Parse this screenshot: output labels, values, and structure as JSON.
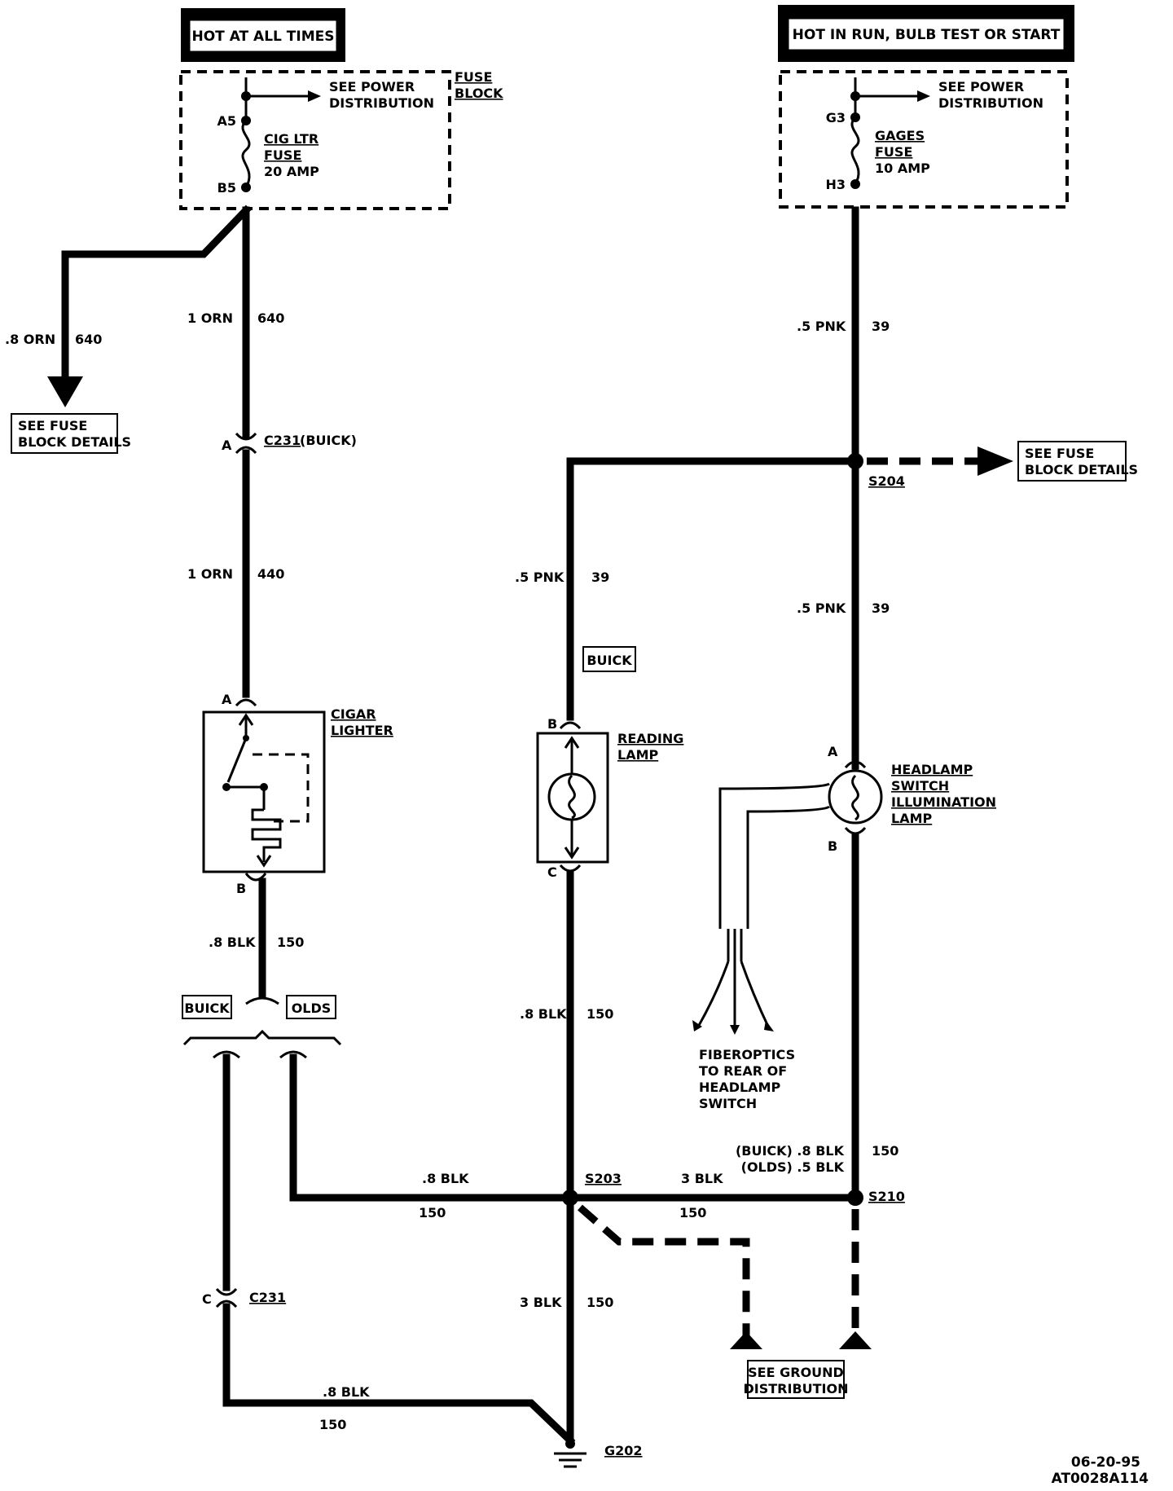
{
  "headers": {
    "left": "HOT AT ALL TIMES",
    "right": "HOT IN RUN, BULB TEST OR START"
  },
  "fuse_block_label_1": "FUSE",
  "fuse_block_label_2": "BLOCK",
  "see_power_1": "SEE POWER",
  "see_power_2": "DISTRIBUTION",
  "cig_fuse": {
    "pin_in": "A5",
    "pin_out": "B5",
    "name_1": "CIG LTR",
    "name_2": "FUSE",
    "rating": "20 AMP"
  },
  "gages_fuse": {
    "pin_in": "G3",
    "pin_out": "H3",
    "name_1": "GAGES",
    "name_2": "FUSE",
    "rating": "10 AMP"
  },
  "see_fuse_details_1": "SEE FUSE",
  "see_fuse_details_2": "BLOCK DETAILS",
  "wires": {
    "w_08orn_a": ".8 ORN",
    "w_08orn_b": "640",
    "w_1orn_640_a": "1 ORN",
    "w_1orn_640_b": "640",
    "w_1orn_440_a": "1 ORN",
    "w_1orn_440_b": "440",
    "w_pnk_top_a": ".5 PNK",
    "w_pnk_top_b": "39",
    "w_pnk_mid_a": ".5 PNK",
    "w_pnk_mid_b": "39",
    "w_pnk_left_a": ".5 PNK",
    "w_pnk_left_b": "39",
    "w_blk_cig_a": ".8 BLK",
    "w_blk_cig_b": "150",
    "w_blk_read_a": ".8 BLK",
    "w_blk_read_b": "150",
    "w_blk_olds_a": ".8 BLK",
    "w_blk_olds_b": "150",
    "w_3blk_right_a": "3 BLK",
    "w_3blk_right_b": "150",
    "w_buick_blk_1": "(BUICK) .8 BLK",
    "w_buick_blk_2": "(OLDS) .5 BLK",
    "w_buick_blk_b": "150",
    "w_3blk_down_a": "3 BLK",
    "w_3blk_down_b": "150",
    "w_bottom_a": ".8 BLK",
    "w_bottom_b": "150"
  },
  "connectors": {
    "c231_top": "C231",
    "c231_top_note": "(BUICK)",
    "c231_top_pin": "A",
    "c231_bottom": "C231",
    "c231_bottom_pin": "C"
  },
  "splices": {
    "s204": "S204",
    "s203": "S203",
    "s210": "S210"
  },
  "ground": {
    "g202": "G202"
  },
  "cigar_lighter": {
    "name_1": "CIGAR",
    "name_2": "LIGHTER",
    "pin_a": "A",
    "pin_b": "B"
  },
  "reading_lamp": {
    "name_1": "READING",
    "name_2": "LAMP",
    "pin_b": "B",
    "pin_c": "C"
  },
  "headlamp_lamp": {
    "name_1": "HEADLAMP",
    "name_2": "SWITCH",
    "name_3": "ILLUMINATION",
    "name_4": "LAMP",
    "pin_a": "A",
    "pin_b": "B"
  },
  "fiberoptics": [
    "FIBEROPTICS",
    "TO REAR OF",
    "HEADLAMP",
    "SWITCH"
  ],
  "options": {
    "buick": "BUICK",
    "olds": "OLDS",
    "buick_reading": "BUICK"
  },
  "see_ground_1": "SEE GROUND",
  "see_ground_2": "DISTRIBUTION",
  "footer": {
    "date": "06-20-95",
    "code": "AT0028A114"
  }
}
